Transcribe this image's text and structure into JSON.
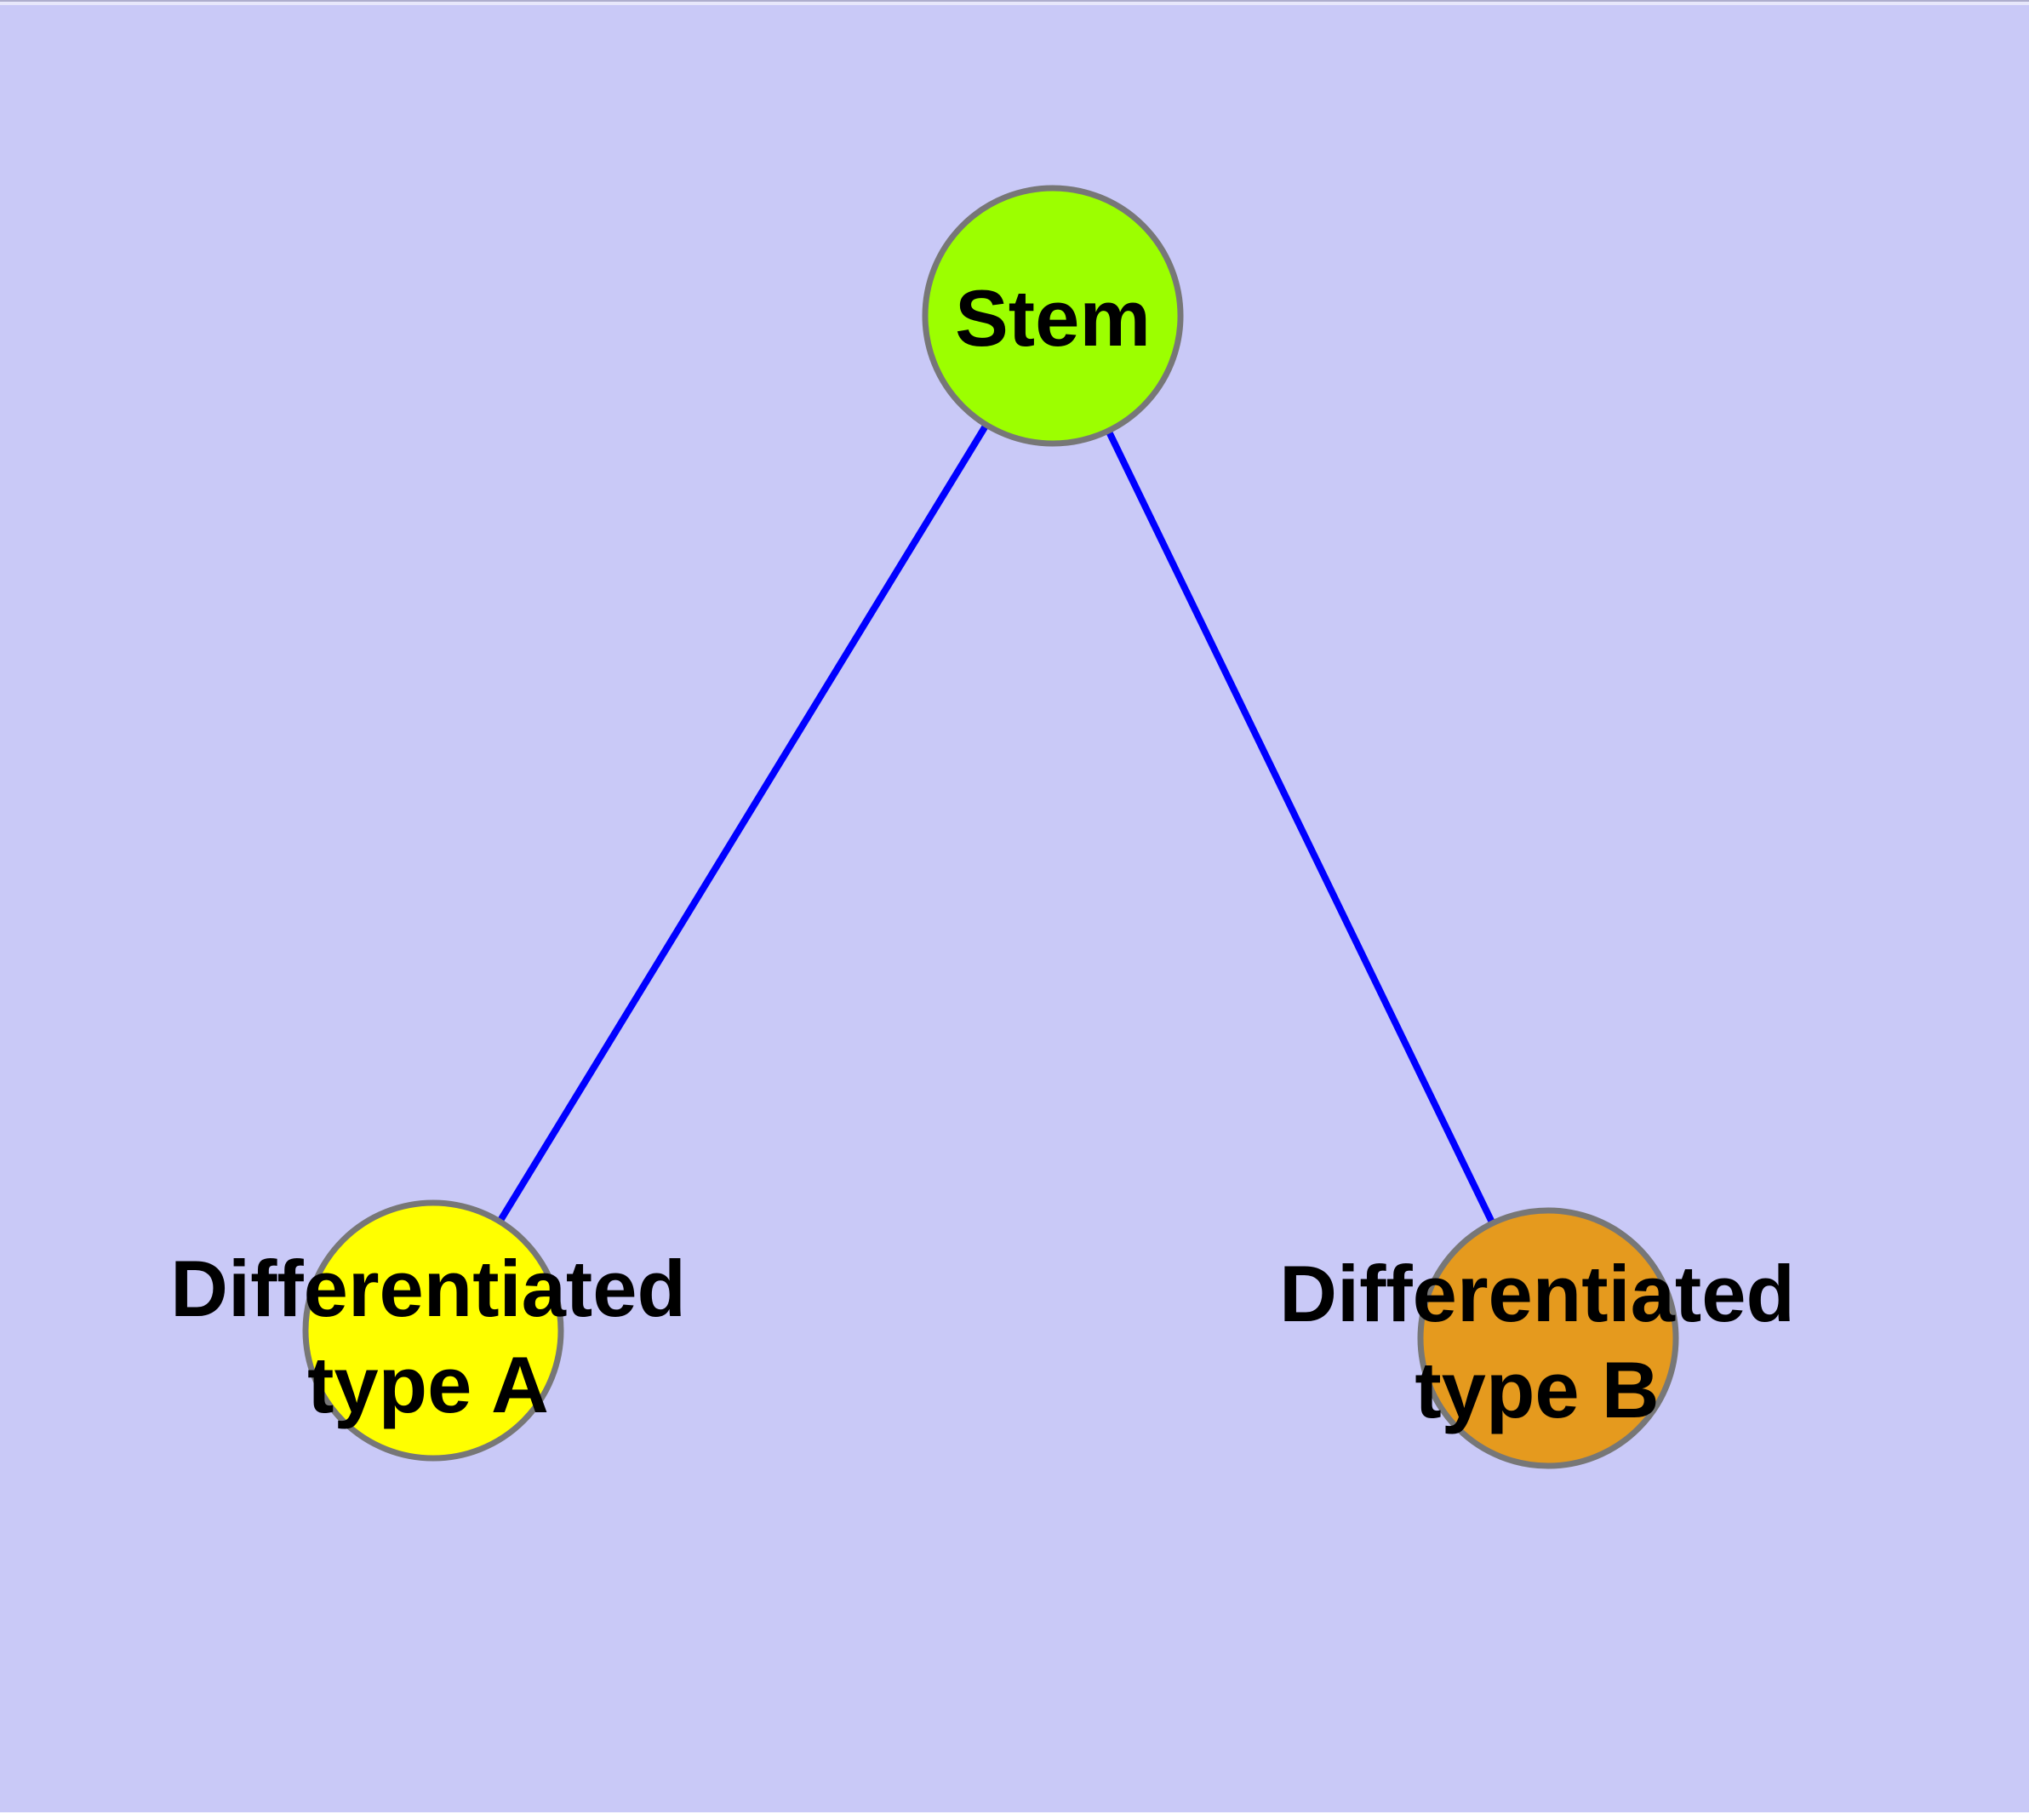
{
  "colors": {
    "background": "#c9c9f7",
    "edge": "#0000ff",
    "node_border": "#777777",
    "label": "#000000"
  },
  "nodes": {
    "stem": {
      "label": "Stem",
      "fill": "#9cff00"
    },
    "type_a": {
      "label_line1": "Differentiated",
      "label_line2": "type A",
      "fill": "#ffff00"
    },
    "type_b": {
      "label_line1": "Differentiated",
      "label_line2": "type B",
      "fill": "#e59a1e"
    }
  },
  "edges": [
    {
      "from": "Stem",
      "to": "Differentiated type A",
      "color": "#0000ff"
    },
    {
      "from": "Stem",
      "to": "Differentiated type B",
      "color": "#0000ff"
    }
  ]
}
